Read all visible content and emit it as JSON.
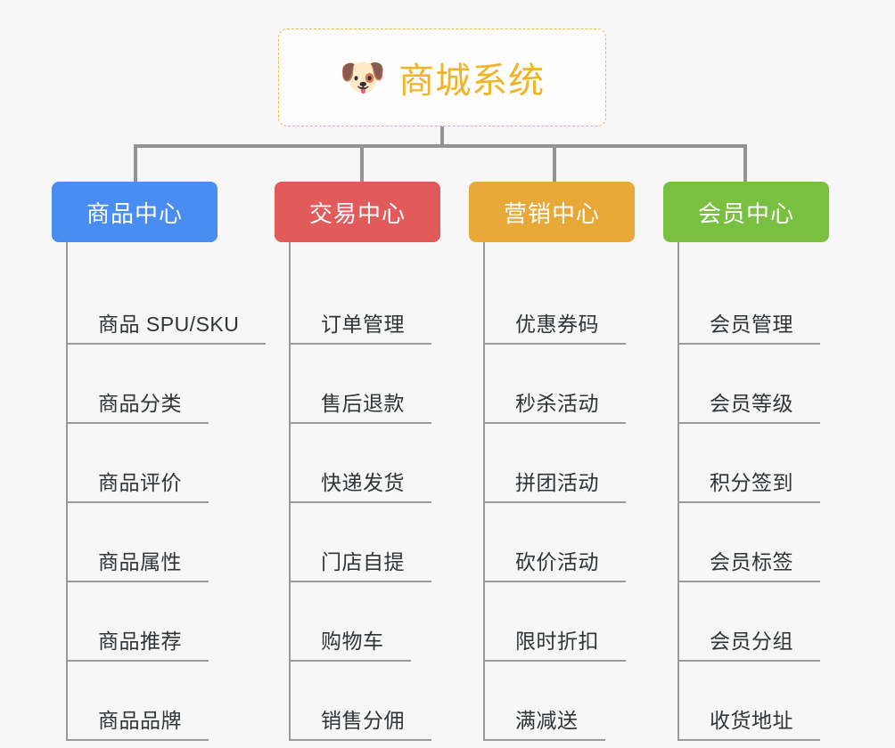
{
  "root": {
    "icon": "dog-face-icon",
    "emoji": "🐶",
    "title": "商城系统",
    "accent_color": "#f0b429",
    "border_style": "dashed"
  },
  "connector_color": "#949494",
  "background_color": "#f7f7f7",
  "columns": [
    {
      "id": "product-center",
      "label": "商品中心",
      "color": "#4a8df0",
      "items": [
        {
          "label": "商品 SPU/SKU"
        },
        {
          "label": "商品分类"
        },
        {
          "label": "商品评价"
        },
        {
          "label": "商品属性"
        },
        {
          "label": "商品推荐"
        },
        {
          "label": "商品品牌"
        }
      ]
    },
    {
      "id": "trade-center",
      "label": "交易中心",
      "color": "#e15b5b",
      "items": [
        {
          "label": "订单管理"
        },
        {
          "label": "售后退款"
        },
        {
          "label": "快递发货"
        },
        {
          "label": "门店自提"
        },
        {
          "label": "购物车"
        },
        {
          "label": "销售分佣"
        }
      ]
    },
    {
      "id": "marketing-center",
      "label": "营销中心",
      "color": "#e8a838",
      "items": [
        {
          "label": "优惠券码"
        },
        {
          "label": "秒杀活动"
        },
        {
          "label": "拼团活动"
        },
        {
          "label": "砍价活动"
        },
        {
          "label": "限时折扣"
        },
        {
          "label": "满减送"
        }
      ]
    },
    {
      "id": "member-center",
      "label": "会员中心",
      "color": "#79c040",
      "items": [
        {
          "label": "会员管理"
        },
        {
          "label": "会员等级"
        },
        {
          "label": "积分签到"
        },
        {
          "label": "会员标签"
        },
        {
          "label": "会员分组"
        },
        {
          "label": "收货地址"
        }
      ]
    }
  ]
}
